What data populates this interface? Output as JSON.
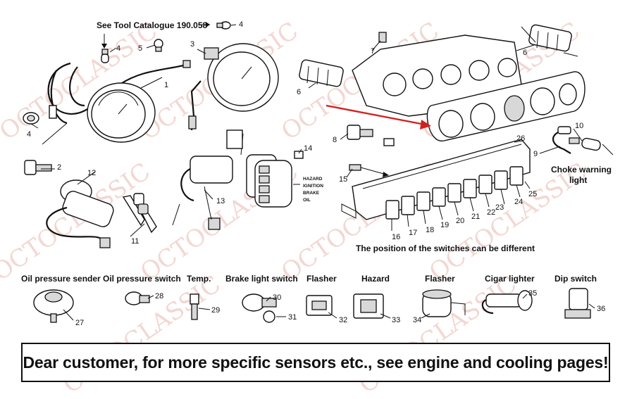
{
  "watermark": "OCTOCLASSIC",
  "colors": {
    "arrow": "#d22020",
    "watermark": "#e9b8ae"
  },
  "header_note": "See Tool Catalogue 190.058",
  "callouts": [
    "1",
    "2",
    "3",
    "4",
    "4",
    "4",
    "5",
    "6",
    "6",
    "7",
    "8",
    "9",
    "10",
    "11",
    "12",
    "13",
    "14",
    "15",
    "16",
    "17",
    "18",
    "19",
    "20",
    "21",
    "22",
    "23",
    "24",
    "25",
    "26",
    "27",
    "28",
    "29",
    "30",
    "31",
    "32",
    "33",
    "34",
    "35",
    "36"
  ],
  "hazard_panel": [
    "HAZARD",
    "IGNITION",
    "BRAKE",
    "OIL"
  ],
  "choke_label_line1": "Choke warning",
  "choke_label_line2": "light",
  "switch_note": "The position of the switches can be different",
  "parts_row": [
    {
      "name": "Oil pressure sender",
      "number": "27"
    },
    {
      "name": "Oil pressure switch",
      "number": "28"
    },
    {
      "name": "Temp.",
      "number": "29"
    },
    {
      "name": "Brake light switch",
      "number": "30"
    },
    {
      "number": "31"
    },
    {
      "name": "Flasher",
      "number": "32"
    },
    {
      "name": "Hazard",
      "number": "33"
    },
    {
      "name": "Flasher",
      "number": "34"
    },
    {
      "name": "Cigar lighter",
      "number": "35"
    },
    {
      "name": "Dip switch",
      "number": "36"
    }
  ],
  "banner": "Dear customer, for more specific sensors etc., see engine and cooling pages!"
}
